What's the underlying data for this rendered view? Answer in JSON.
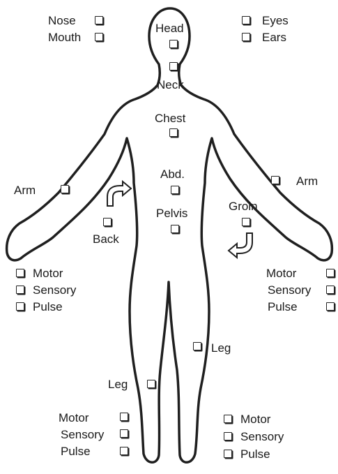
{
  "accent_color": "#1a1a1a",
  "figure": {
    "icon": "human-body-outline-icon",
    "arrow_icons": [
      "curved-arrow-right-icon",
      "curved-arrow-left-icon"
    ]
  },
  "labels": {
    "nose": "Nose",
    "mouth": "Mouth",
    "eyes": "Eyes",
    "ears": "Ears",
    "head": "Head",
    "neck": "Neck",
    "chest": "Chest",
    "abd": "Abd.",
    "pelvis": "Pelvis",
    "back": "Back",
    "groin": "Groin",
    "arm_right_side": "Arm",
    "arm_left_side": "Arm",
    "leg_upper": "Leg",
    "leg_lower": "Leg"
  },
  "checklists": {
    "left_arm": [
      "Motor",
      "Sensory",
      "Pulse"
    ],
    "right_arm": [
      "Motor",
      "Sensory",
      "Pulse"
    ],
    "left_leg": [
      "Motor",
      "Sensory",
      "Pulse"
    ],
    "right_leg": [
      "Motor",
      "Sensory",
      "Pulse"
    ]
  }
}
